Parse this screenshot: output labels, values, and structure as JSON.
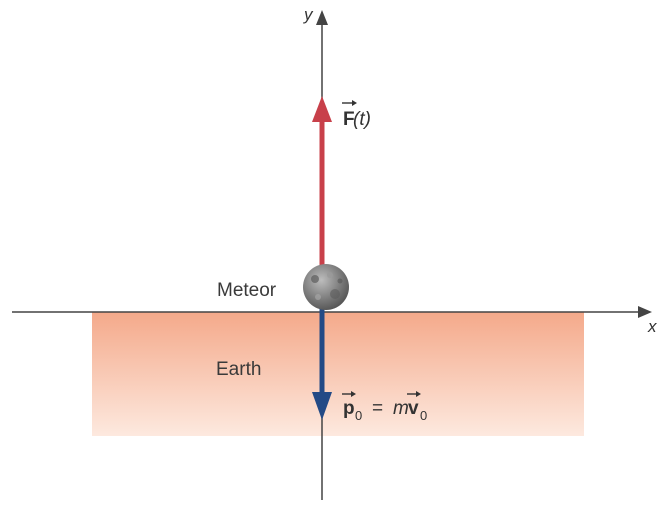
{
  "axes": {
    "x_label": "x",
    "y_label": "y"
  },
  "labels": {
    "meteor": "Meteor",
    "earth": "Earth"
  },
  "force": {
    "symbol": "F",
    "arg": "(t)"
  },
  "momentum": {
    "p_symbol": "p",
    "sub": "0",
    "equals": "=",
    "m": "m",
    "v_symbol": "v",
    "v_sub": "0"
  },
  "colors": {
    "force_arrow": "#c8404a",
    "momentum_arrow": "#234a86",
    "earth_fill_top": "#f4a98a",
    "earth_fill_bottom": "#fde9df",
    "axis": "#444444",
    "meteor": "#7a7a7a"
  }
}
